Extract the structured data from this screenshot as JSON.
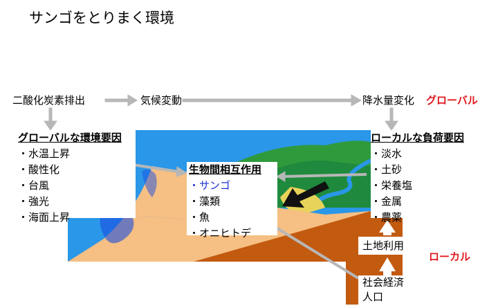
{
  "title": "サンゴをとりまく環境",
  "flow": {
    "co2": "二酸化炭素排出",
    "climate": "気候変動",
    "precip": "降水量変化",
    "global_tag": "グローバル"
  },
  "global_factors": {
    "heading": "グローバルな環境要因",
    "items": [
      "・水温上昇",
      "・酸性化",
      "・台風",
      "・強光",
      "・海面上昇"
    ]
  },
  "interactions": {
    "heading": "生物間相互作用",
    "items": [
      "・サンゴ",
      "・藻類",
      "・魚",
      "・オニヒトデ"
    ]
  },
  "local_loads": {
    "heading": "ローカルな負荷要因",
    "items": [
      "・淡水",
      "・土砂",
      "・栄養塩",
      "・金属",
      "・農薬"
    ]
  },
  "land_use": "土地利用",
  "local_tag": "ローカル",
  "socio": [
    "社会経済",
    "人口"
  ],
  "colors": {
    "sky": "#2a97e8",
    "sand": "#f6bf83",
    "soil": "#c25a10",
    "forest": "#1f8a3d",
    "sea": "#1a4fe0",
    "arrow": "#b7b7b7",
    "accent_red": "#e0191e",
    "coral_blue": "#1a2fd0"
  }
}
